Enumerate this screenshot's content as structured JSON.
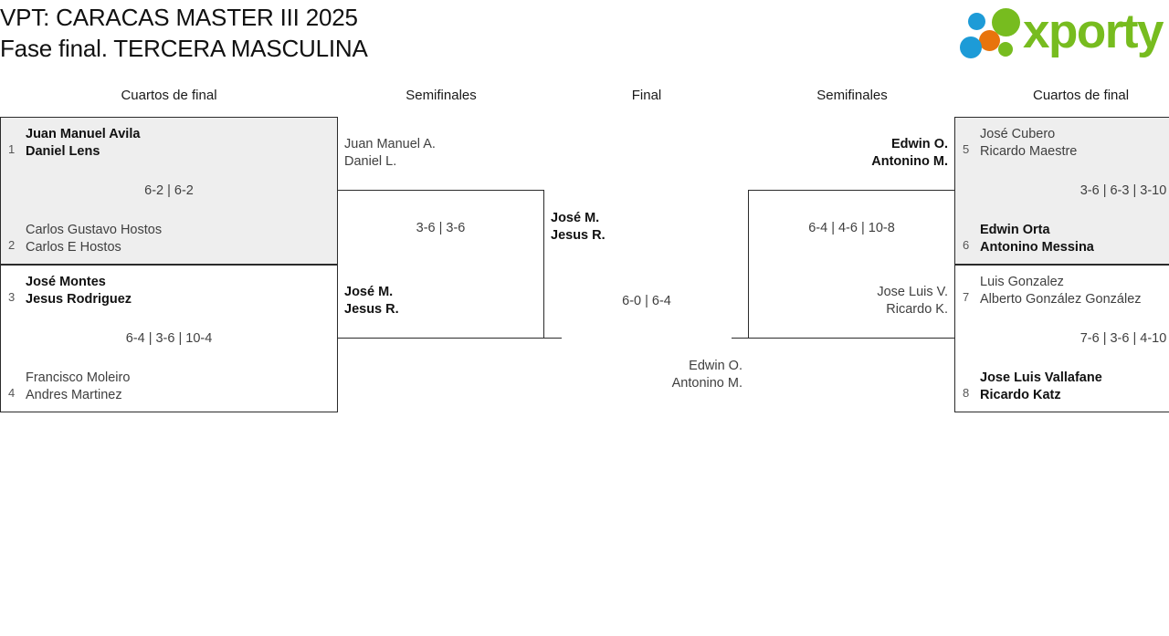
{
  "header": {
    "title_line1": "VPT: CARACAS MASTER III 2025",
    "title_line2": "Fase final. TERCERA MASCULINA",
    "logo_word": "xporty"
  },
  "rounds": [
    {
      "label": "Cuartos de final"
    },
    {
      "label": "Semifinales"
    },
    {
      "label": "Final"
    },
    {
      "label": "Semifinales"
    },
    {
      "label": "Cuartos de final"
    }
  ],
  "matches": {
    "qf1": {
      "top": {
        "seed": "1",
        "p1": "Juan Manuel Avila",
        "p2": "Daniel Lens"
      },
      "bottom": {
        "seed": "2",
        "p1": "Carlos Gustavo Hostos",
        "p2": "Carlos E Hostos"
      },
      "score": "6-2 | 6-2"
    },
    "qf2": {
      "top": {
        "seed": "3",
        "p1": "José Montes",
        "p2": "Jesus Rodriguez"
      },
      "bottom": {
        "seed": "4",
        "p1": "Francisco Moleiro",
        "p2": "Andres Martinez"
      },
      "score": "6-4 | 3-6 | 10-4"
    },
    "qf3": {
      "top": {
        "seed": "5",
        "p1": "José Cubero",
        "p2": "Ricardo Maestre"
      },
      "bottom": {
        "seed": "6",
        "p1": "Edwin Orta",
        "p2": "Antonino Messina"
      },
      "score": "3-6 | 6-3 | 3-10"
    },
    "qf4": {
      "top": {
        "seed": "7",
        "p1": "Luis Gonzalez",
        "p2": "Alberto González González"
      },
      "bottom": {
        "seed": "8",
        "p1": "Jose Luis Vallafane",
        "p2": "Ricardo Katz"
      },
      "score": "7-6 | 3-6 | 4-10"
    },
    "sf_left": {
      "top": {
        "p1": "Juan Manuel A.",
        "p2": "Daniel L."
      },
      "bottom": {
        "p1": "José M.",
        "p2": "Jesus R."
      },
      "score": "3-6 | 3-6"
    },
    "sf_right": {
      "top": {
        "p1": "Edwin O.",
        "p2": "Antonino M."
      },
      "bottom": {
        "p1": "Jose Luis V.",
        "p2": "Ricardo K."
      },
      "score": "6-4 | 4-6 | 10-8"
    },
    "final": {
      "top": {
        "p1": "José M.",
        "p2": "Jesus R."
      },
      "bottom": {
        "p1": "Edwin O.",
        "p2": "Antonino M."
      },
      "score": "6-0 | 6-4"
    }
  }
}
